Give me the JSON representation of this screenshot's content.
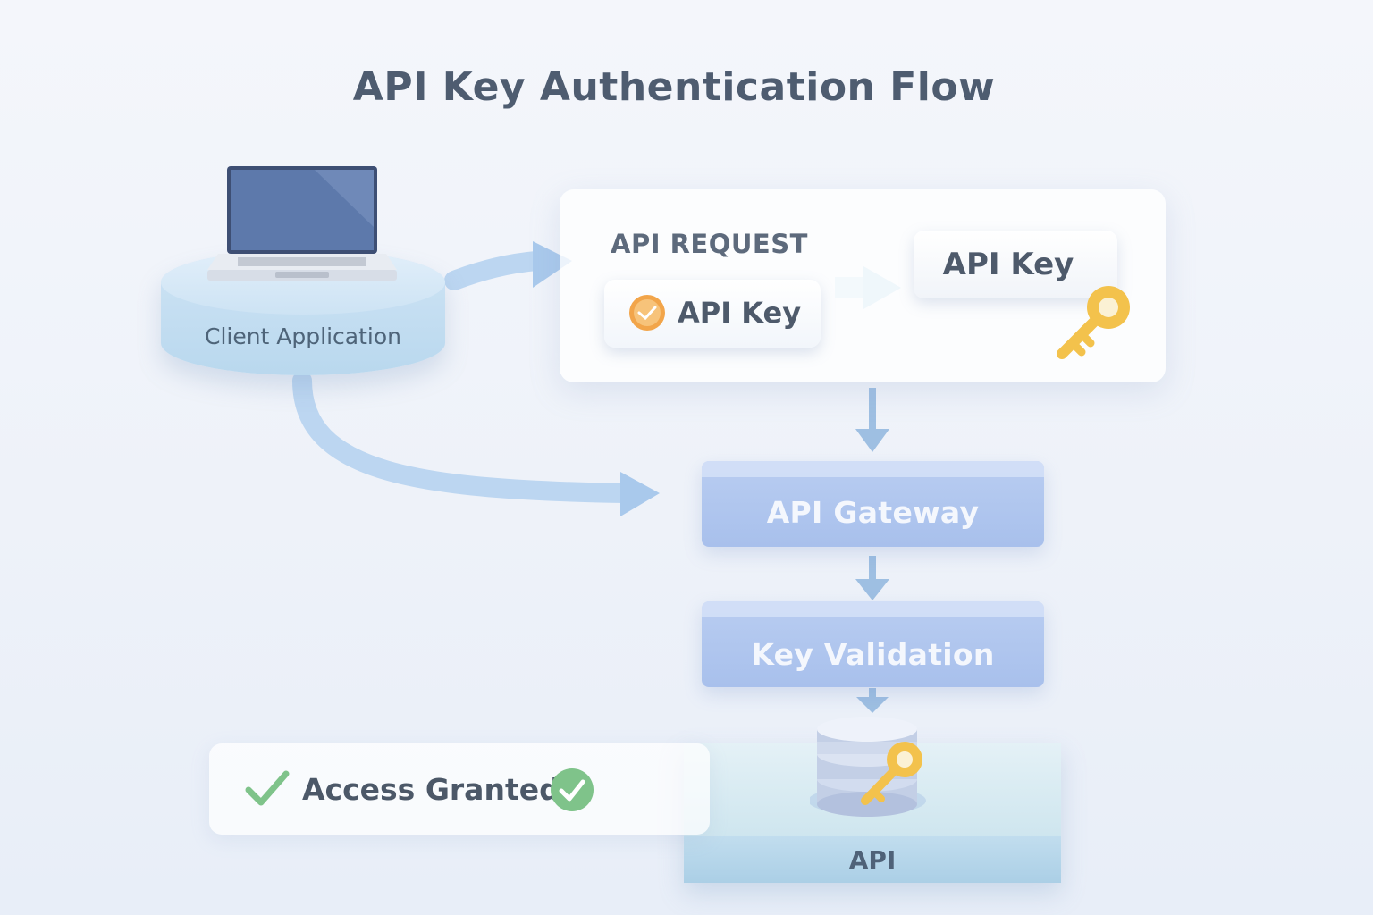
{
  "title": "API Key Authentication Flow",
  "client": {
    "label": "Client Application",
    "icon": "laptop-icon"
  },
  "request": {
    "heading": "API REQUEST",
    "key_chip_label": "API Key",
    "key_box_label": "API Key",
    "chip_icon": "check-badge-icon",
    "key_icon": "key-icon"
  },
  "stages": {
    "gateway": "API Gateway",
    "validation": "Key Validation"
  },
  "access": {
    "label": "Access Granted",
    "icon": "checkmark-icon"
  },
  "api": {
    "label": "API",
    "icon": "database-key-icon"
  },
  "colors": {
    "title": "#4e5c70",
    "stage_fill": "#a8c0ec",
    "arrow": "#a9c9ec",
    "key_gold": "#f3c24c",
    "check_green": "#7fc38a"
  }
}
